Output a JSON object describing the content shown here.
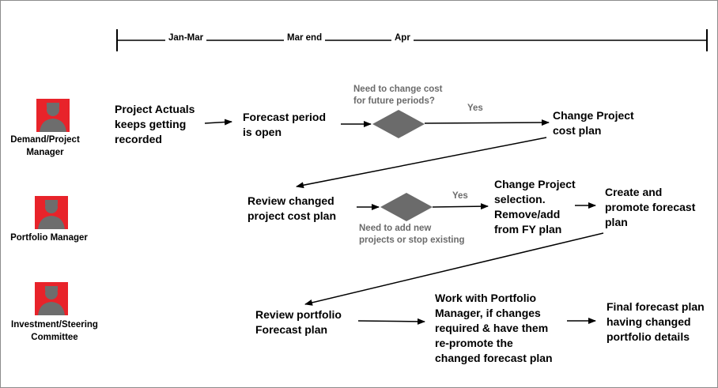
{
  "timeline": {
    "labels": [
      "Jan-Mar",
      "Mar end",
      "Apr"
    ]
  },
  "roles": [
    "Demand/Project\nManager",
    "Portfolio Manager",
    "Investment/Steering\nCommittee"
  ],
  "steps": {
    "project_actuals": "Project Actuals\nkeeps getting\nrecorded",
    "forecast_open": "Forecast period\nis open",
    "change_cost_plan": "Change Project\ncost plan",
    "review_cost_plan": "Review changed\nproject cost plan",
    "change_selection": "Change Project\nselection.\nRemove/add\nfrom FY plan",
    "create_forecast": "Create and\npromote forecast\nplan",
    "review_portfolio": "Review portfolio\nForecast plan",
    "work_with_pm": "Work with Portfolio\nManager, if changes\nrequired & have them\nre-promote the\nchanged forecast plan",
    "final_plan": "Final forecast plan\nhaving changed\nportfolio details"
  },
  "decisions": {
    "cost_question": "Need to change cost\nfor future periods?",
    "cost_yes": "Yes",
    "projects_question": "Need to add new\nprojects or stop existing",
    "projects_yes": "Yes"
  },
  "colors": {
    "avatar_bg": "#e8232a",
    "avatar_figure": "#6d6d6d",
    "diamond": "#6b6b6b",
    "note_text": "#6b6b6b"
  }
}
